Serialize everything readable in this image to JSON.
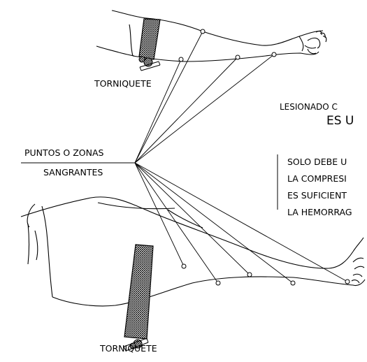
{
  "labels": {
    "tourniquet_top": "TORNIQUETE",
    "tourniquet_bottom": "TORNIQUETE",
    "points_line1": "PUNTOS O ZONAS",
    "points_line2": "SANGRANTES",
    "injured_line1": "LESIONADO C",
    "injured_line2": "ES U"
  },
  "note_lines": [
    "SOLO DEBE U",
    "LA COMPRESI",
    "ES SUFICIENT",
    "LA HEMORRAG"
  ],
  "colors": {
    "ink": "#000000",
    "paper": "#ffffff"
  }
}
